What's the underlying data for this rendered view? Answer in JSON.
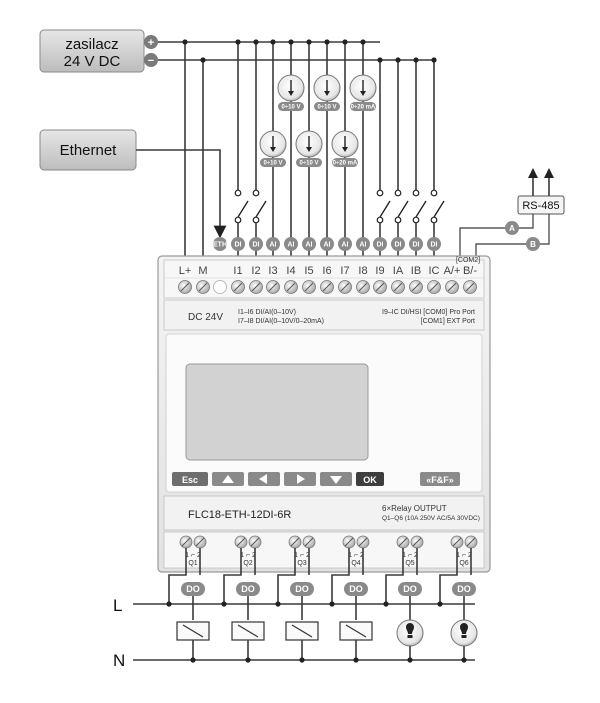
{
  "power_supply": {
    "line1": "zasilacz",
    "line2": "24 V DC",
    "plus": "+",
    "minus": "−"
  },
  "ethernet": {
    "label": "Ethernet"
  },
  "rs485": {
    "label": "RS-485",
    "a": "A",
    "b": "B"
  },
  "badges": {
    "eth": "ETH",
    "di": "DI",
    "ai": "AI",
    "do": "DO"
  },
  "gauges": {
    "v010": "0÷10 V",
    "ma020": "0÷20 mA"
  },
  "terminals": [
    "L+",
    "M",
    "I1",
    "I2",
    "I3",
    "I4",
    "I5",
    "I6",
    "I7",
    "I8",
    "I9",
    "IA",
    "IB",
    "IC",
    "A/+",
    "B/-"
  ],
  "device": {
    "com2": "[COM2]",
    "dc24": "DC 24V",
    "io_desc_1": "I1–I6 DI/AI(0–10V)",
    "io_desc_2": "I7–I8 DI/AI(0–10V/0–20mA)",
    "port_desc_1": "I9–IC DI/HSI   [COM0] Pro Port",
    "port_desc_2": "[COM1] EXT Port",
    "model": "FLC18-ETH-12DI-6R",
    "relay_title": "6×Relay OUTPUT",
    "relay_spec": "Q1–Q6 (10A 250V AC/5A 30VDC)",
    "brand": "«F&F»",
    "buttons": {
      "esc": "Esc",
      "ok": "OK"
    }
  },
  "outputs": [
    "Q1",
    "Q2",
    "Q3",
    "Q4",
    "Q5",
    "Q6"
  ],
  "relay_pin_label": "1 ⌐ 2",
  "mains": {
    "L": "L",
    "N": "N"
  }
}
